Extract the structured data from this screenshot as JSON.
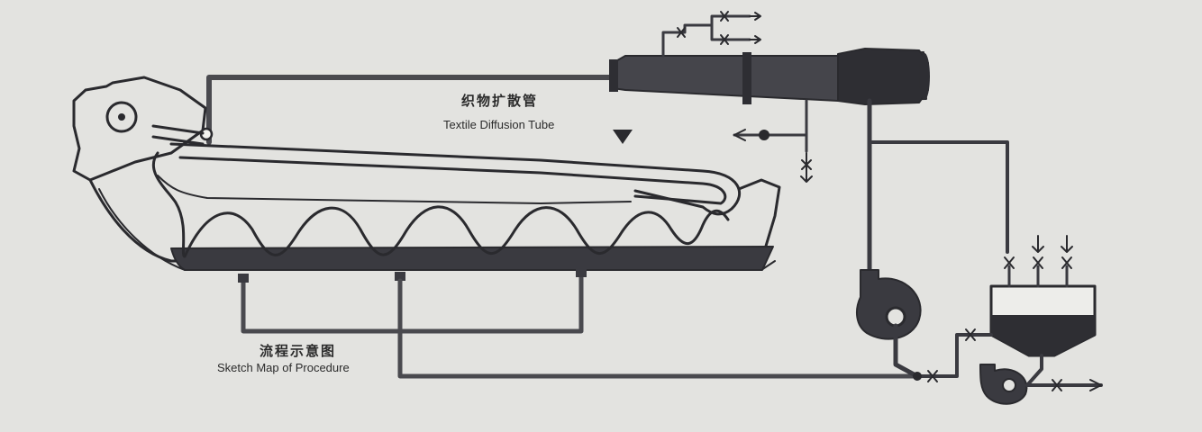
{
  "diagram": {
    "tube_label_cn": "织物扩散管",
    "tube_label_en": "Textile Diffusion Tube",
    "map_label_cn": "流程示意图",
    "map_label_en": "Sketch Map of Procedure"
  },
  "colors": {
    "background": "#e3e3e0",
    "pipe": "#4a4a4f",
    "liquor": "#3a3a40",
    "outline": "#2a2a2e",
    "tank_fill": "#ededea"
  },
  "icons": [
    "valve-icon",
    "pump-icon",
    "arrow-icon",
    "level-marker-icon"
  ]
}
